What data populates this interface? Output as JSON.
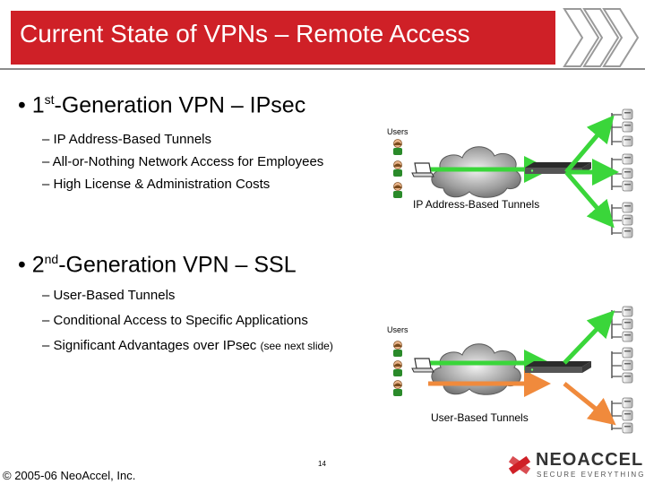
{
  "title": "Current State of VPNs – Remote Access",
  "section1": {
    "bullet_prefix": "1",
    "bullet_sup": "st",
    "bullet_rest": "-Generation VPN – IPsec",
    "items": [
      "– IP Address-Based Tunnels",
      "– All-or-Nothing Network Access for Employees",
      "– High License & Administration Costs"
    ],
    "diagram_users_label": "Users",
    "diagram_caption": "IP Address-Based Tunnels"
  },
  "section2": {
    "bullet_prefix": "2",
    "bullet_sup": "nd",
    "bullet_rest": "-Generation VPN – SSL",
    "items": [
      "– User-Based Tunnels",
      "– Conditional Access to Specific Applications"
    ],
    "item3_main": "– Significant Advantages over IPsec ",
    "item3_note": "(see next slide)",
    "diagram_users_label": "Users",
    "diagram_caption": "User-Based Tunnels"
  },
  "footer": {
    "copyright": "© 2005-06 NeoAccel, Inc.",
    "page_number": "14",
    "logo_name": "NEOACCEL",
    "logo_tagline": "SECURE EVERYTHING"
  },
  "colors": {
    "title_bg": "#cf2027",
    "tunnel_green": "#3ad63a",
    "tunnel_orange": "#f08a3c",
    "logo_red": "#cf2027"
  },
  "icons": [
    "chevron-arrows-icon",
    "user-icon",
    "laptop-icon",
    "cloud-icon",
    "vpn-gateway-icon",
    "server-icon",
    "neoaccel-logo-icon"
  ]
}
